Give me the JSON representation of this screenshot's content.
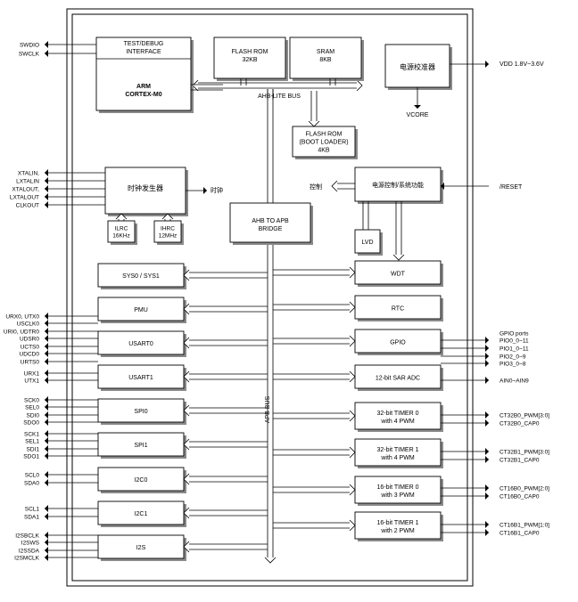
{
  "blocks": {
    "test_debug": [
      "TEST/DEBUG",
      "INTERFACE"
    ],
    "arm": [
      "ARM",
      "CORTEX-M0"
    ],
    "flash_rom_32k": [
      "FLASH ROM",
      "32KB"
    ],
    "sram": [
      "SRAM",
      "8KB"
    ],
    "power_regulator": "电源校准器",
    "vcore": "VCORE",
    "ahb_lite_bus": "AHB-LITE BUS",
    "boot_rom": [
      "FLASH ROM",
      "(BOOT LOADER)",
      "4KB"
    ],
    "clock_gen": "时钟发生器",
    "clock_out": "时钟",
    "ilrc": [
      "ILRC",
      "16KHz"
    ],
    "ihrc": [
      "IHRC",
      "12MHz"
    ],
    "ahb_apb_bridge": [
      "AHB TO APB",
      "BRIDGE"
    ],
    "power_ctrl": "电源控制/系统功能",
    "ctrl": "控制",
    "lvd": "LVD",
    "apb_bus": "APB BUS",
    "left_periph": [
      "SYS0 / SYS1",
      "PMU",
      "USART0",
      "USART1",
      "SPI0",
      "SPI1",
      "I2C0",
      "I2C1",
      "I2S"
    ],
    "right_periph": [
      [
        "WDT"
      ],
      [
        "RTC"
      ],
      [
        "GPIO"
      ],
      [
        "12-bit SAR ADC"
      ],
      [
        "32-bit TIMER 0",
        "with 4 PWM"
      ],
      [
        "32-bit TIMER 1",
        "with 4 PWM"
      ],
      [
        "16-bit TIMER 0",
        "with 3 PWM"
      ],
      [
        "16-bit TIMER 1",
        "with 2 PWM"
      ]
    ]
  },
  "pins_left": {
    "swd": [
      "SWDIO",
      "SWCLK"
    ],
    "clk": [
      "XTALIN,",
      "LXTALIN",
      "XTALOUT,",
      "LXTALOUT",
      "CLKOUT"
    ],
    "usart0": [
      "URX0, UTX0",
      "USCLK0",
      "URI0, UDTR0",
      "UDSR0",
      "UCTS0",
      "UDCD0",
      "URTS0"
    ],
    "usart1": [
      "URX1",
      "UTX1"
    ],
    "spi0": [
      "SCK0",
      "SEL0",
      "SDI0",
      "SDO0"
    ],
    "spi1": [
      "SCK1",
      "SEL1",
      "SDI1",
      "SDO1"
    ],
    "i2c0": [
      "SCL0",
      "SDA0"
    ],
    "i2c1": [
      "SCL1",
      "SDA1"
    ],
    "i2s": [
      "I2SBCLK",
      "I2SWS",
      "I2SSDA",
      "I2SMCLK"
    ]
  },
  "pins_right": {
    "vdd": "VDD 1.8V~3.6V",
    "reset": "/RESET",
    "gpio": [
      "GPIO ports",
      "PIO0_0~11",
      "PIO1_0~11",
      "PIO2_0~9",
      "PIO3_0~8"
    ],
    "adc": "AIN0~AIN9",
    "ct32b0": [
      "CT32B0_PWM[3:0]",
      "CT32B0_CAP0"
    ],
    "ct32b1": [
      "CT32B1_PWM[3:0]",
      "CT32B1_CAP0"
    ],
    "ct16b0": [
      "CT16B0_PWM[2:0]",
      "CT16B0_CAP0"
    ],
    "ct16b1": [
      "CT16B1_PWM[1:0]",
      "CT16B1_CAP0"
    ]
  },
  "colors": {
    "line": "#000000",
    "shadow": "#8a8a8a",
    "fill": "#ffffff"
  }
}
